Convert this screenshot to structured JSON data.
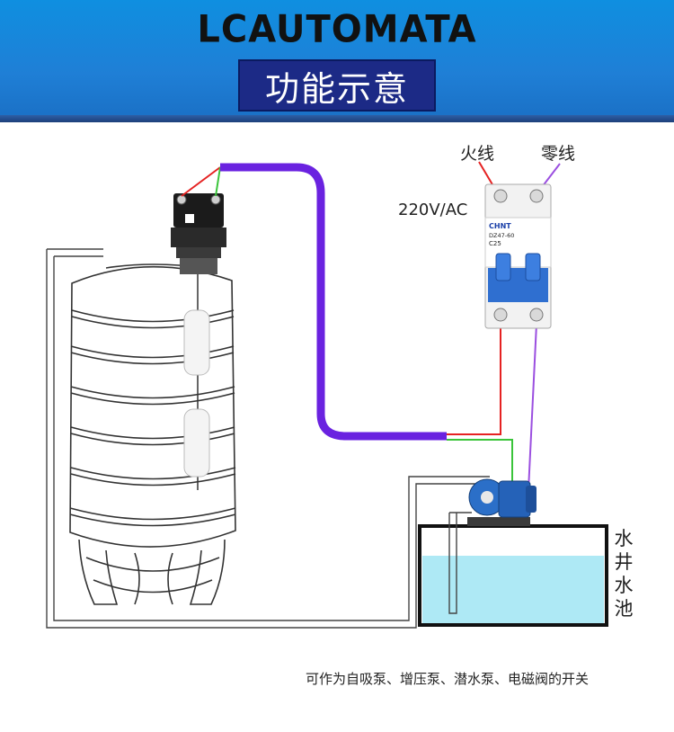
{
  "header": {
    "brand": "LCAUTOMATA",
    "title": "功能示意"
  },
  "labels": {
    "live_wire": "火线",
    "neutral_wire": "零线",
    "voltage": "220V/AC",
    "water_source": "水井水池",
    "caption": "可作为自吸泵、增压泵、潜水泵、电磁阀的开关"
  },
  "breaker": {
    "brand": "CHNT",
    "model": "DZ47-60",
    "rating": "C25"
  },
  "colors": {
    "header_blue": "#1f7fd6",
    "title_box": "#1c2a86",
    "cable_purple": "#6a22e0",
    "live_wire_red": "#e52222",
    "neutral_wire_purple": "#9b4fe0",
    "ground_wire_green": "#3ac43a",
    "water": "#aee9f5",
    "breaker_blue": "#2f6fd0"
  },
  "icons": [
    "float-switch-icon",
    "water-tank-icon",
    "circuit-breaker-icon",
    "water-pump-icon"
  ]
}
